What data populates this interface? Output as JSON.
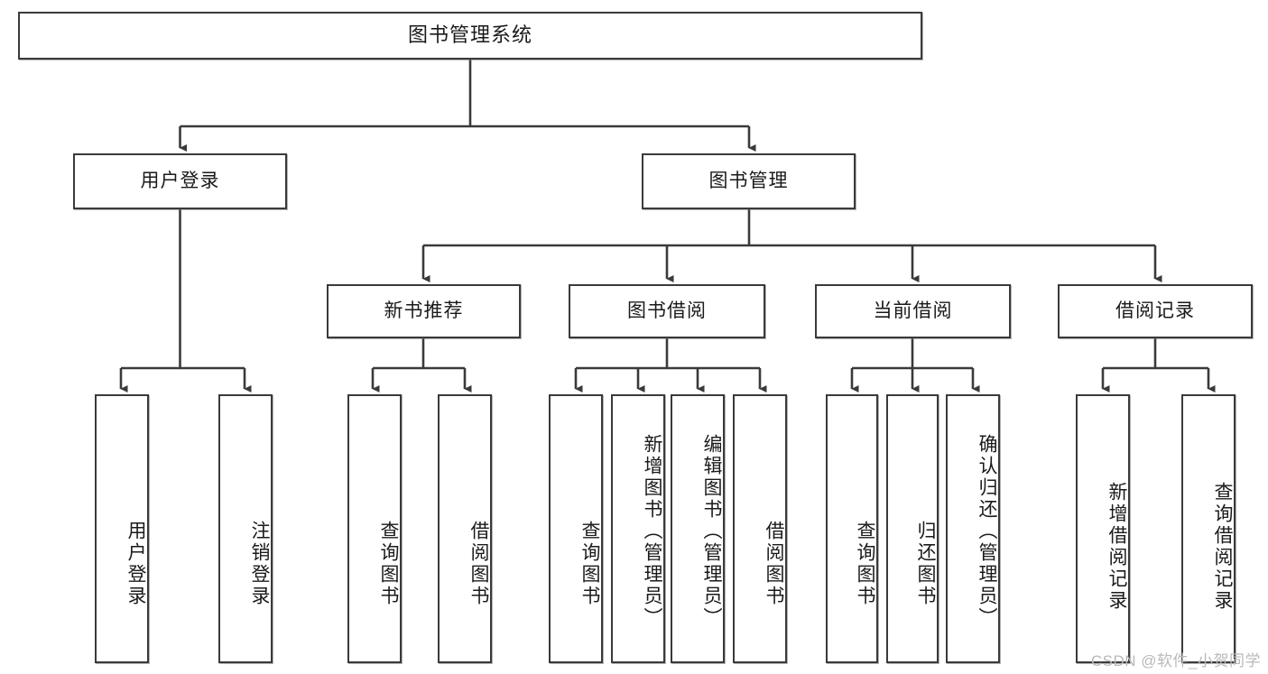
{
  "diagram": {
    "title": "图书管理系统",
    "type": "tree-hierarchy",
    "watermark": "CSDN @软件_小贺同学",
    "root": {
      "id": "root",
      "label": "图书管理系统"
    },
    "level2": [
      {
        "id": "user-login",
        "label": "用户登录"
      },
      {
        "id": "book-manage",
        "label": "图书管理"
      }
    ],
    "level3": [
      {
        "id": "new-book-rec",
        "label": "新书推荐"
      },
      {
        "id": "book-borrow",
        "label": "图书借阅"
      },
      {
        "id": "current-borrow",
        "label": "当前借阅"
      },
      {
        "id": "borrow-record",
        "label": "借阅记录"
      }
    ],
    "leaves": {
      "user_login": [
        {
          "id": "leaf-user-login",
          "label": "用户登录"
        },
        {
          "id": "leaf-logout-login",
          "label": "注销登录"
        }
      ],
      "new_book_rec": [
        {
          "id": "leaf-query-book-1",
          "label": "查询图书"
        },
        {
          "id": "leaf-borrow-book-1",
          "label": "借阅图书"
        }
      ],
      "book_borrow": [
        {
          "id": "leaf-query-book-2",
          "label": "查询图书"
        },
        {
          "id": "leaf-add-book",
          "label": "新增图书（管理员）"
        },
        {
          "id": "leaf-edit-book",
          "label": "编辑图书（管理员）"
        },
        {
          "id": "leaf-borrow-book-2",
          "label": "借阅图书"
        }
      ],
      "current_borrow": [
        {
          "id": "leaf-query-book-3",
          "label": "查询图书"
        },
        {
          "id": "leaf-return-book",
          "label": "归还图书"
        },
        {
          "id": "leaf-confirm-return",
          "label": "确认归还（管理员）"
        }
      ],
      "borrow_record": [
        {
          "id": "leaf-add-record",
          "label": "新增借阅记录"
        },
        {
          "id": "leaf-query-record",
          "label": "查询借阅记录"
        }
      ]
    },
    "colors": {
      "stroke": "#3a3a3a",
      "fill": "#ffffff",
      "text": "#1a1a1a",
      "watermark": "#b9b9b9"
    }
  }
}
